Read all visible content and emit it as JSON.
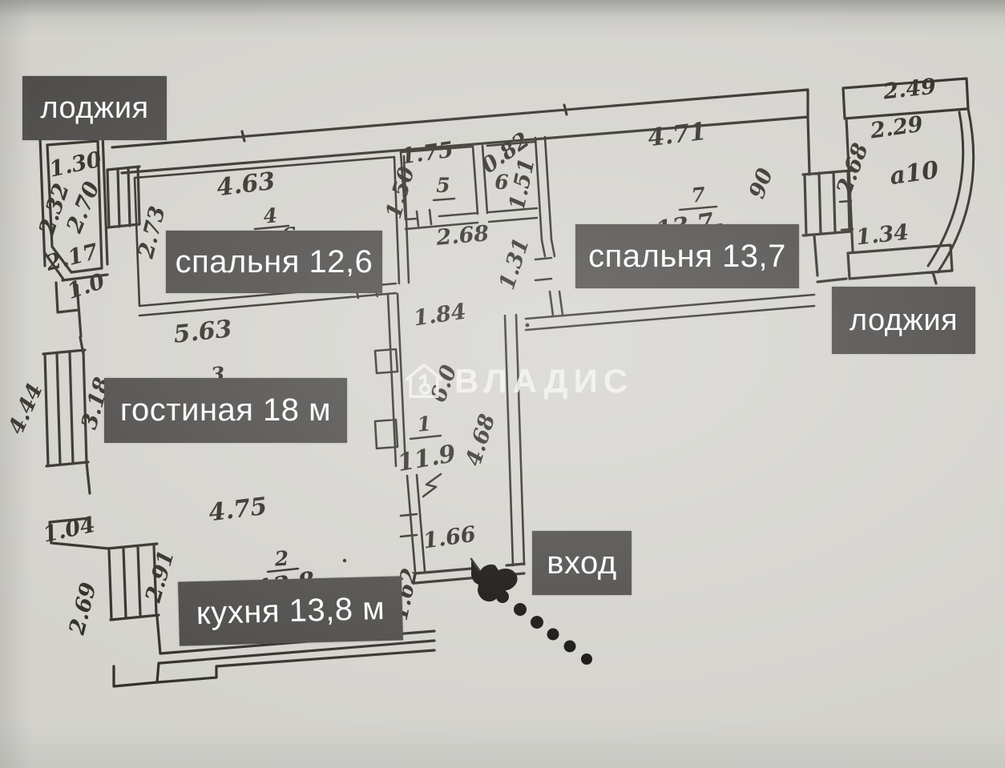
{
  "watermark": {
    "text": "ВЛАДИС"
  },
  "overlays": {
    "loggia_left": "лоджия",
    "bedroom_12_6": "спальня 12,6",
    "bedroom_13_7": "спальня 13,7",
    "loggia_right": "лоджия",
    "living_room": "гостиная 18 м",
    "kitchen": "кухня 13,8 м",
    "entrance": "вход"
  },
  "dims": {
    "lt_width": "1.30",
    "lt_left": "2.32",
    "lt_right": "2.70",
    "lt_mid": "2.17",
    "lt_bottom": "1.0",
    "b4_top": "4.63",
    "b4_left": "2.73",
    "b4_num": "4",
    "b4_area": "12.6",
    "r5_top": "1.75",
    "r5_left": "1.50",
    "r5_num": "5",
    "r6_top": "0.82",
    "r6_num": "6",
    "r6_right": "1.51",
    "hall_w": "2.68",
    "hall_door": "1.31",
    "b7_top": "4.71",
    "b7_num": "7",
    "b7_area": "13.7",
    "b7_win": "90",
    "lr_top": "2.49",
    "lr_second": "2.29",
    "lr_left": "2.68",
    "lr_mid": "a10",
    "lr_bottom": "1.34",
    "lv_top": "5.63",
    "lv_num": "3",
    "lv_left": "3.18",
    "lv_out": "4.44",
    "c_top": "1.84",
    "c_mid": "6.0",
    "c_num": "1",
    "c_area": "11.9",
    "c_right": "4.68",
    "c_door": "1.66",
    "k_top": "4.75",
    "k_num": "2",
    "k_area": "13.8",
    "k_left": "2.91",
    "k_win": "2.69",
    "k_step": "1.04",
    "k_right": "1.62"
  }
}
